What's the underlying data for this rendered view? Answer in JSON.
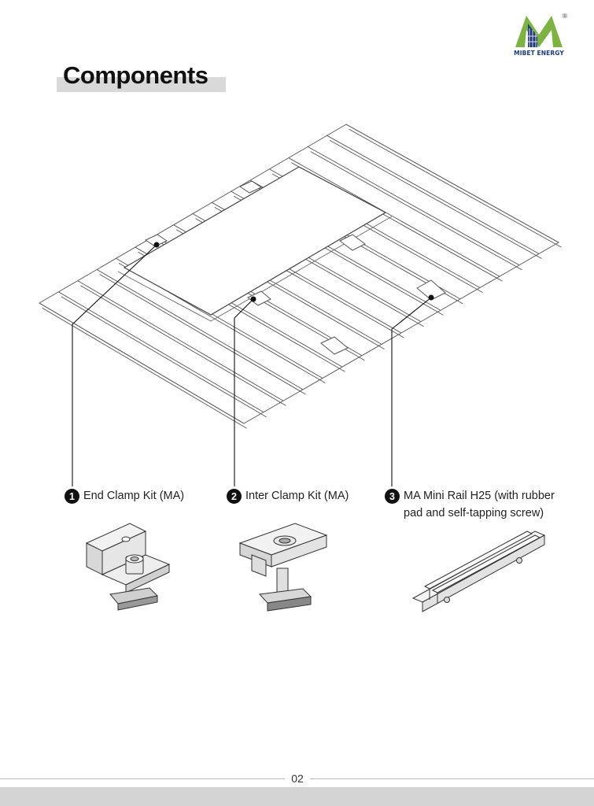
{
  "brand": {
    "logo_text": "MIBET ENERGY",
    "registered_mark": "®",
    "colors": {
      "green": "#7cb342",
      "blue": "#1e3a7a"
    }
  },
  "page": {
    "title": "Components",
    "page_number": "02"
  },
  "components": [
    {
      "number": "1",
      "label": "End Clamp Kit (MA)"
    },
    {
      "number": "2",
      "label": "Inter Clamp Kit (MA)"
    },
    {
      "number": "3",
      "label_line1": "MA Mini Rail H25 (with rubber",
      "label_line2": "pad and self-tapping screw)"
    }
  ],
  "icons": [
    "mibet-logo-icon",
    "roof-installation-drawing",
    "end-clamp-icon",
    "inter-clamp-icon",
    "mini-rail-icon"
  ]
}
